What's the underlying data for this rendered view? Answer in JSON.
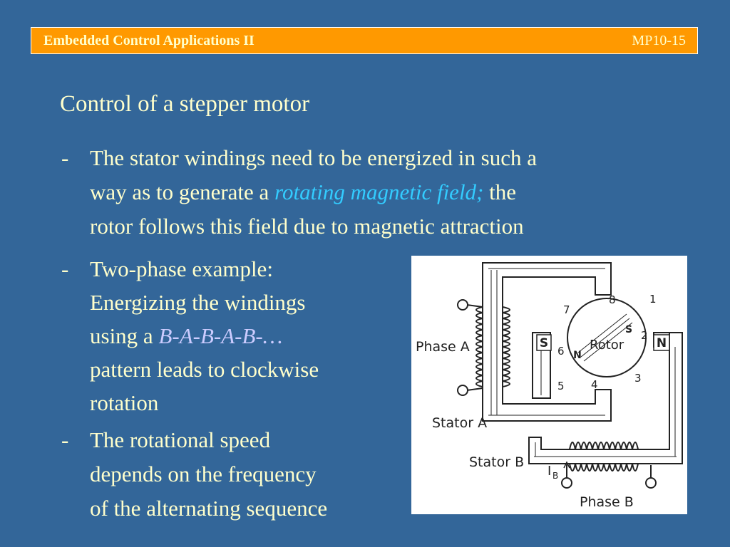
{
  "header": {
    "course": "Embedded Control Applications II",
    "slide_id": "MP10-15",
    "bar_color": "#ff9900",
    "text_color": "#ffffcc"
  },
  "slide": {
    "title": "Control of a stepper motor",
    "background": "#336699",
    "bullet_marker": "-",
    "bullet1": {
      "line1": "The stator windings need to be energized in such a",
      "line2_pre": "way as to generate a ",
      "line2_highlight": "rotating magnetic field;",
      "line2_post": " the",
      "line3": "rotor follows this field due to magnetic attraction",
      "highlight_color": "#33ccff"
    },
    "bullet2": {
      "line1": "Two-phase example:",
      "line2": "Energizing the windings",
      "line3_pre": "using a ",
      "line3_highlight": "B-A-B-A-B-…",
      "line4": "pattern leads to clockwise",
      "line5": "rotation",
      "highlight_color": "#ccccff"
    },
    "bullet3": {
      "line1": "The rotational speed",
      "line2": "depends on the frequency",
      "line3": "of the alternating sequence"
    }
  },
  "figure": {
    "labels": {
      "phase_a": "Phase A",
      "phase_b": "Phase B",
      "stator_a": "Stator A",
      "stator_b": "Stator B",
      "rotor": "Rotor",
      "current_i": "I",
      "current_sub": "B",
      "pole_s_left": "S",
      "pole_n_right": "N",
      "rotor_n": "N",
      "rotor_s": "S"
    },
    "positions": [
      "1",
      "2",
      "3",
      "4",
      "5",
      "6",
      "7",
      "8"
    ]
  }
}
